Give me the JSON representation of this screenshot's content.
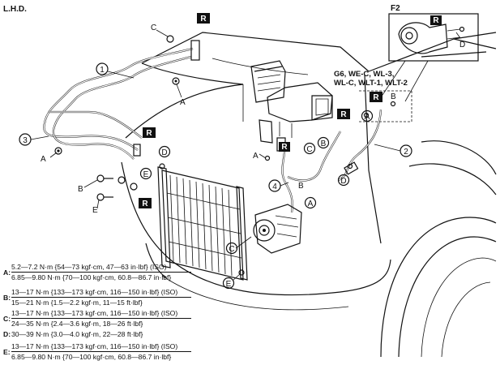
{
  "header": {
    "title": "L.H.D."
  },
  "callouts": {
    "part_1": "1",
    "part_2": "2",
    "part_3": "3",
    "part_4": "4",
    "fastener_a": "A",
    "fastener_b": "B",
    "fastener_c": "C",
    "fastener_d": "D",
    "fastener_e": "E",
    "replace_badge": "R"
  },
  "inset": {
    "label": "F2",
    "engine_note_lines": [
      "G6, WE-C, WL-3,",
      "WL-C, WLT-1, WLT-2"
    ]
  },
  "torque_specs": [
    {
      "key": "A:",
      "lines": [
        "5.2—7.2 N·m {54—73 kgf·cm, 47—63 in·lbf} (ISO)",
        "6.85—9.80 N·m {70—100 kgf·cm, 60.8—86.7 in·lbf}"
      ]
    },
    {
      "key": "B:",
      "lines": [
        "13—17 N·m {133—173 kgf·cm, 116—150 in·lbf} (ISO)",
        "15—21 N·m {1.5—2.2 kgf·m, 11—15 ft·lbf}"
      ]
    },
    {
      "key": "C:",
      "lines": [
        "13—17 N·m {133—173 kgf·cm, 116—150 in·lbf} (ISO)",
        "24—35 N·m {2.4—3.6 kgf·m, 18—26 ft·lbf}"
      ]
    },
    {
      "key": "D:",
      "lines": [
        "30—39 N·m {3.0—4.0 kgf·m, 22—28 ft·lbf}"
      ]
    },
    {
      "key": "E:",
      "lines": [
        "13—17 N·m {133—173 kgf·cm, 116—150 in·lbf} (ISO)",
        "6.85—9.80 N·m {70—100 kgf·cm, 60.8—86.7 in·lbf}"
      ]
    }
  ]
}
